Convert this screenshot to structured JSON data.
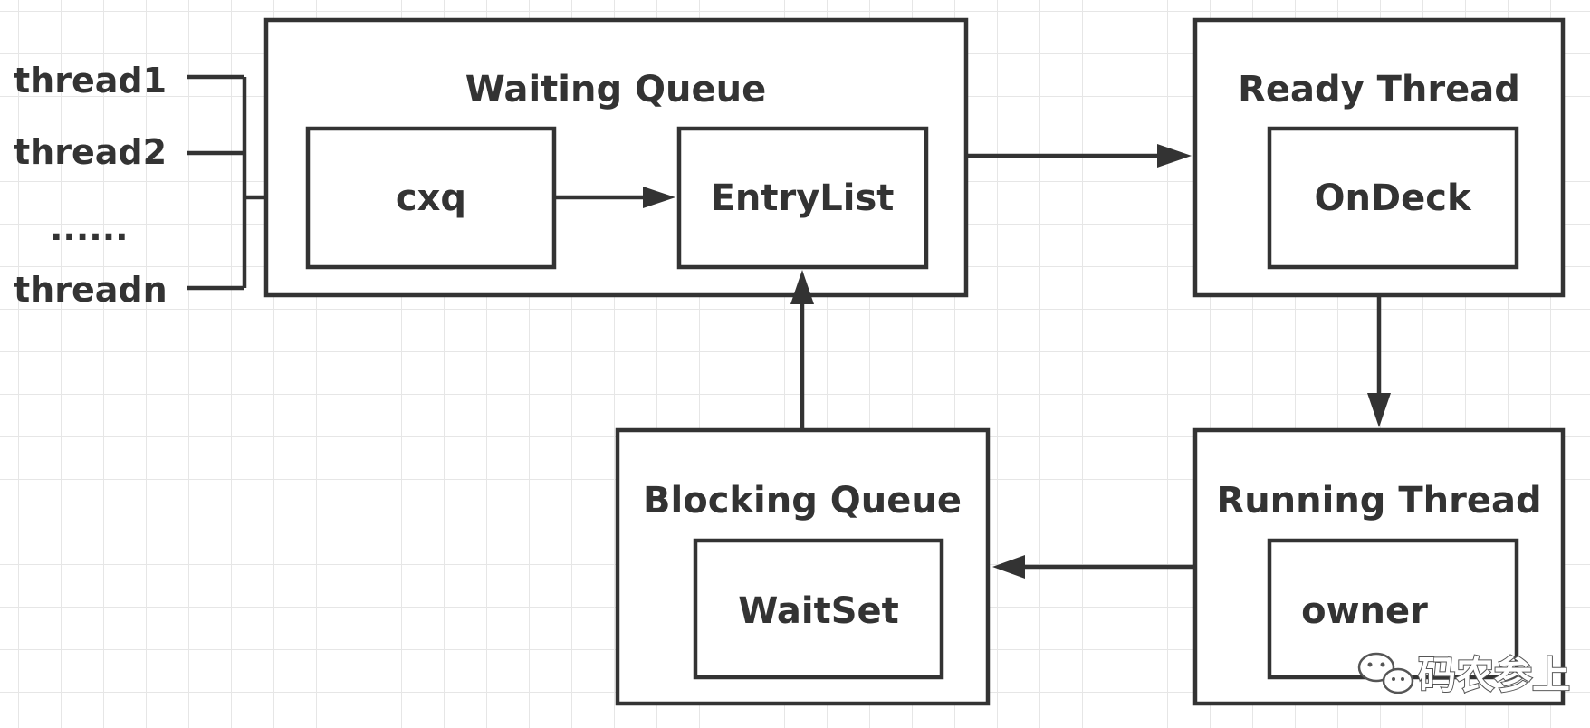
{
  "threads": [
    "thread1",
    "thread2",
    "......",
    "threadn"
  ],
  "waiting_queue": {
    "title": "Waiting Queue",
    "cxq": "cxq",
    "entry_list": "EntryList"
  },
  "ready_thread": {
    "title": "Ready Thread",
    "on_deck": "OnDeck"
  },
  "running_thread": {
    "title": "Running Thread",
    "owner": "owner"
  },
  "blocking_queue": {
    "title": "Blocking Queue",
    "wait_set": "WaitSet"
  },
  "watermark": {
    "text": "码农参上",
    "icon": "wechat-icon"
  },
  "colors": {
    "stroke": "#333333",
    "grid": "#e6e6e6",
    "background": "#ffffff"
  }
}
